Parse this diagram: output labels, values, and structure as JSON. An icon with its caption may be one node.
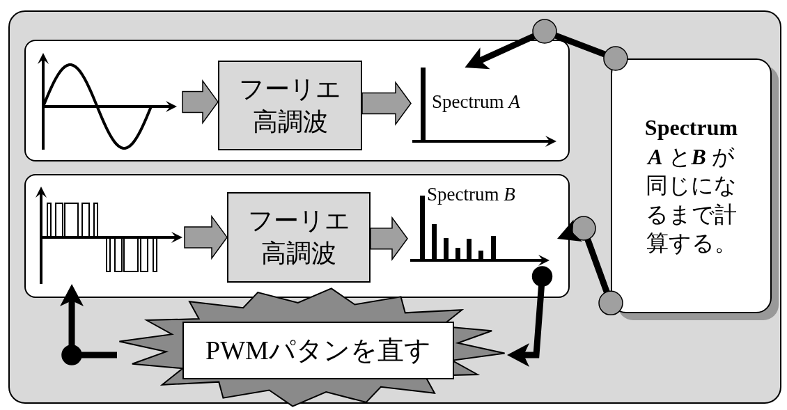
{
  "diagram": {
    "nodes": [
      {
        "text": [],
        "shape": "box"
      },
      {
        "text": [],
        "shape": "box",
        "in": 0
      },
      {
        "text": [],
        "shape": "picture",
        "in": 1
      },
      {
        "text": [
          "フーリエ高調波"
        ],
        "in": 1
      },
      {
        "text": [
          "Spectrum *A*"
        ],
        "in": 1
      },
      {
        "text": [],
        "shape": "box",
        "in": 0
      },
      {
        "text": [],
        "shape": "picture",
        "in": 5
      },
      {
        "text": [
          "フーリエ高調波"
        ],
        "in": 5
      },
      {
        "text": [
          "Spectrum *B*"
        ],
        "in": 5
      },
      {
        "text": [
          "**Spectrum** **A** と**B** が同じになるまで計算する。"
        ],
        "in": 0
      },
      {
        "text": [
          "PWMパタンを直す"
        ],
        "in": 0
      }
    ],
    "edges": [
      {
        "from": 2,
        "to": 3,
        "arrow": "to",
        "style": "thick",
        "color": "#a0a0a0"
      },
      {
        "from": 3,
        "to": 4,
        "arrow": "to",
        "style": "thick",
        "color": "#a0a0a0"
      },
      {
        "from": 6,
        "to": 7,
        "arrow": "to",
        "style": "thick",
        "color": "#a0a0a0"
      },
      {
        "from": 7,
        "to": 8,
        "arrow": "to",
        "style": "thick",
        "color": "#a0a0a0"
      },
      {
        "from": 9,
        "to": 4,
        "arrow": "to"
      },
      {
        "from": 9,
        "to": 8,
        "arrow": "to"
      },
      {
        "from": 8,
        "to": 10,
        "arrow": "to"
      },
      {
        "from": 10,
        "to": 6,
        "arrow": "to"
      }
    ]
  }
}
